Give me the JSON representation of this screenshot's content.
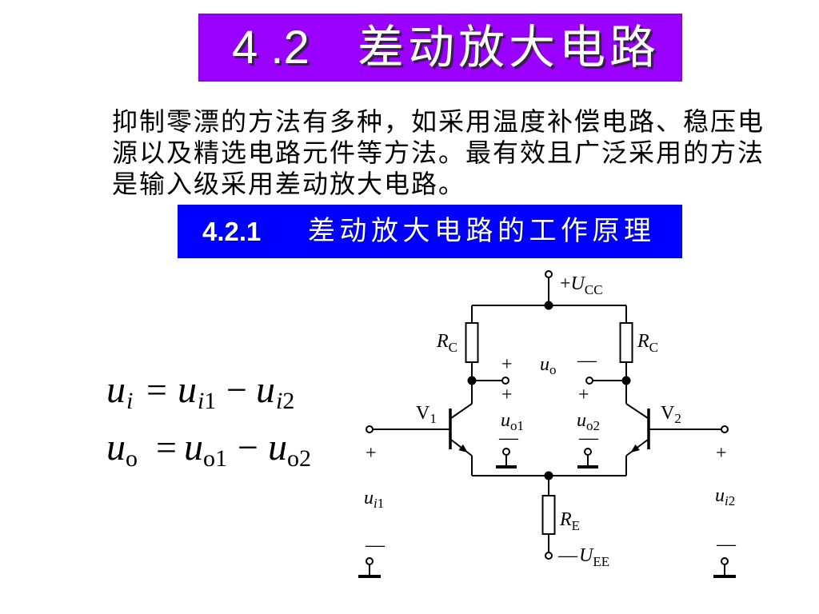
{
  "slide": {
    "title": {
      "number": "4 .2",
      "text": "差动放大电路"
    },
    "paragraph": {
      "lines": [
        "抑制零漂的方法有多种，如采用温度补偿电路、稳压电",
        "源以及精选电路元件等方法。最有效且广泛采用的方法",
        "是输入级采用差动放大电路。"
      ]
    },
    "subtitle": {
      "number": "4.2.1",
      "text": "差动放大电路的工作原理"
    },
    "equations": [
      {
        "lhs": {
          "symbol": "u",
          "sub_var": "i"
        },
        "eq": "=",
        "a": {
          "symbol": "u",
          "sub_var": "i",
          "sub_num": "1"
        },
        "op": "−",
        "b": {
          "symbol": "u",
          "sub_var": "i",
          "sub_num": "2"
        }
      },
      {
        "lhs": {
          "symbol": "u",
          "sub": "o"
        },
        "eq": "=",
        "a": {
          "symbol": "u",
          "sub": "o1"
        },
        "op": "−",
        "b": {
          "symbol": "u",
          "sub": "o2"
        }
      }
    ],
    "circuit": {
      "supply_pos": {
        "sign": "+",
        "symbol": "U",
        "sub": "CC"
      },
      "supply_neg": {
        "sign": "—",
        "symbol": "U",
        "sub": "EE"
      },
      "rc_left": {
        "symbol": "R",
        "sub": "C"
      },
      "rc_right": {
        "symbol": "R",
        "sub": "C"
      },
      "re": {
        "symbol": "R",
        "sub": "E"
      },
      "v1": {
        "symbol": "V",
        "sub": "1"
      },
      "v2": {
        "symbol": "V",
        "sub": "2"
      },
      "uo": {
        "plus": "+",
        "symbol": "u",
        "sub": "o",
        "minus": "—"
      },
      "uo1": {
        "plus": "+",
        "symbol": "u",
        "sub": "o1",
        "minus": "—"
      },
      "uo2": {
        "plus": "+",
        "symbol": "u",
        "sub": "o2",
        "minus": "—"
      },
      "ui1": {
        "plus": "+",
        "symbol": "u",
        "sub_var": "i",
        "sub_num": "1",
        "minus": "—"
      },
      "ui2": {
        "plus": "+",
        "symbol": "u",
        "sub_var": "i",
        "sub_num": "2",
        "minus": "—"
      }
    }
  },
  "colors": {
    "title_bg": "#9900FF",
    "subtitle_bg": "#0000FF",
    "heading_text": "#FFFFFF",
    "body_text": "#000000"
  }
}
